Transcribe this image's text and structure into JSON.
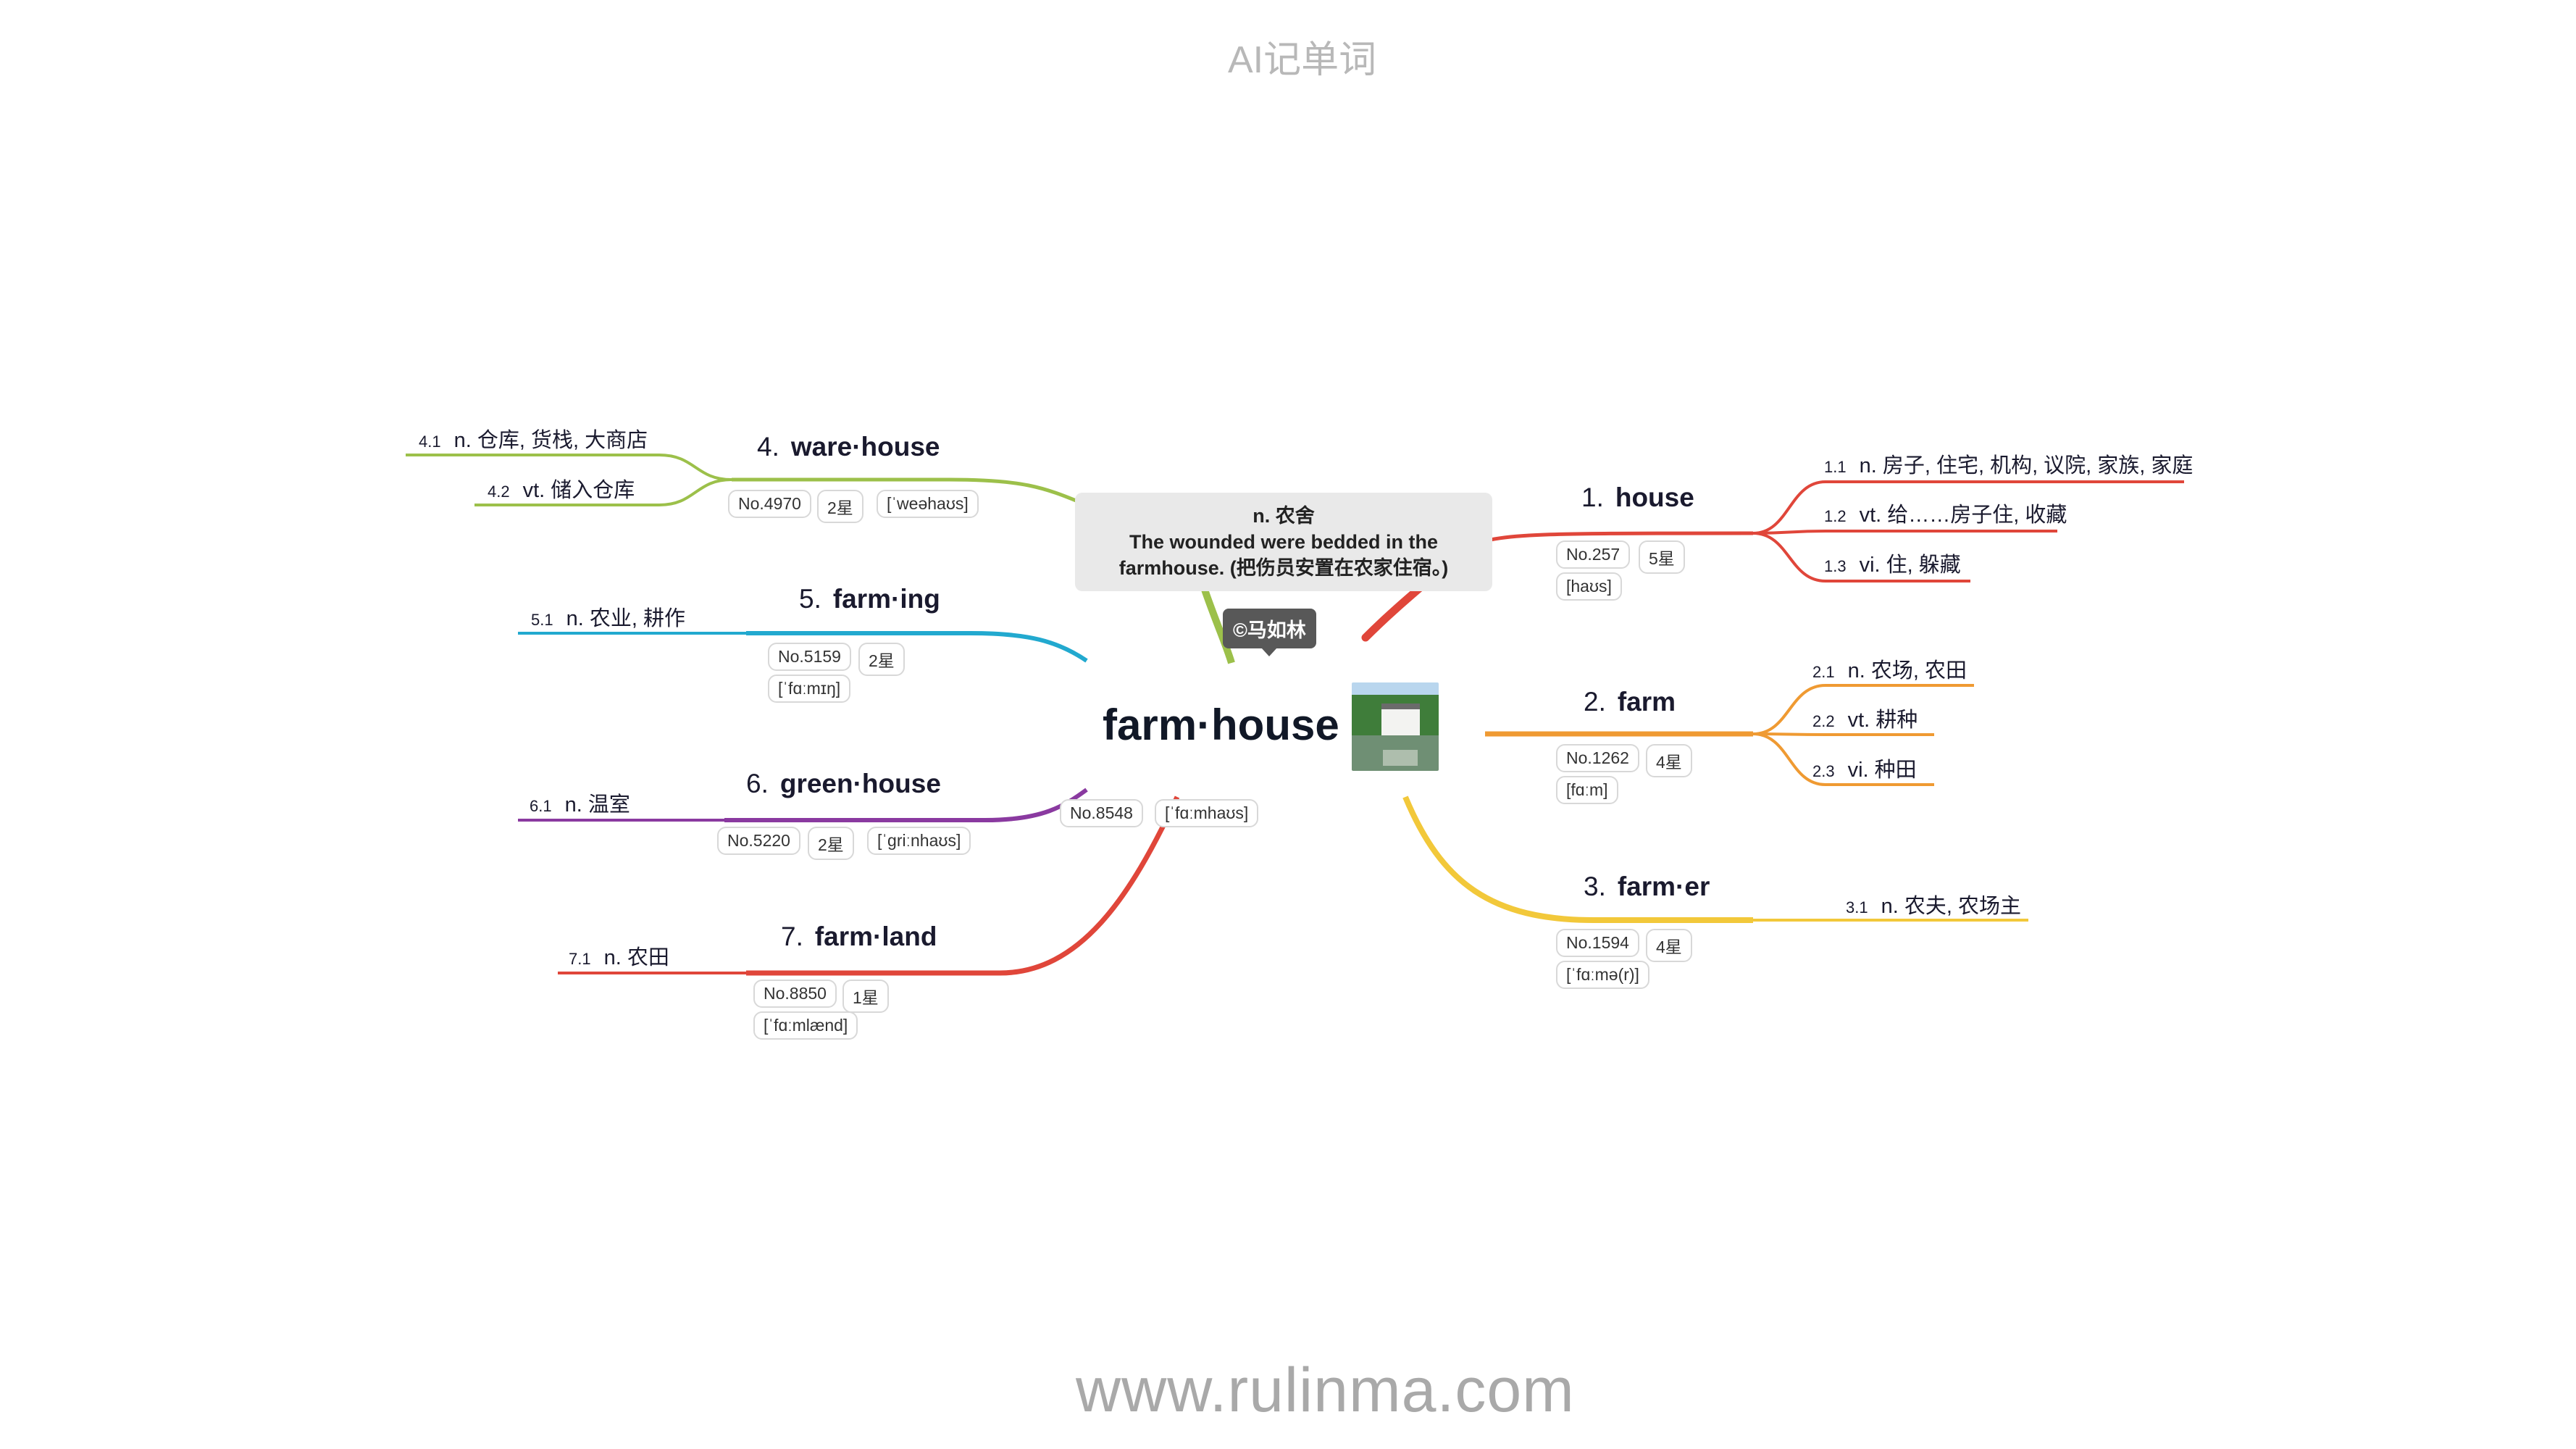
{
  "header": {
    "title": "AI记单词"
  },
  "footer": {
    "url": "www.rulinma.com"
  },
  "center": {
    "word": "farm·house",
    "number": "No.8548",
    "phonetic": "[ˈfɑːmhaʊs]",
    "definition": "n. 农舍",
    "example_en": "The wounded were bedded in the",
    "example_rest": "farmhouse. (把伤员安置在农家住宿。)",
    "copyright": "©马如林"
  },
  "colors": {
    "house": "#e0463a",
    "farm": "#ef9a32",
    "farmer": "#f2c83a",
    "warehouse": "#9cc04a",
    "farming": "#22a9cf",
    "greenhouse": "#8a3aa0",
    "farmland": "#e0463a"
  },
  "branches": [
    {
      "index": "1.",
      "word": "house",
      "number": "No.257",
      "stars": "5星",
      "phonetic": "[haʊs]",
      "senses": [
        {
          "id": "1.1",
          "text": "n. 房子, 住宅, 机构, 议院, 家族, 家庭"
        },
        {
          "id": "1.2",
          "text": "vt. 给……房子住, 收藏"
        },
        {
          "id": "1.3",
          "text": "vi. 住, 躲藏"
        }
      ]
    },
    {
      "index": "2.",
      "word": "farm",
      "number": "No.1262",
      "stars": "4星",
      "phonetic": "[fɑːm]",
      "senses": [
        {
          "id": "2.1",
          "text": "n. 农场, 农田"
        },
        {
          "id": "2.2",
          "text": "vt. 耕种"
        },
        {
          "id": "2.3",
          "text": "vi. 种田"
        }
      ]
    },
    {
      "index": "3.",
      "word": "farm·er",
      "number": "No.1594",
      "stars": "4星",
      "phonetic": "[ˈfɑːmə(r)]",
      "senses": [
        {
          "id": "3.1",
          "text": "n. 农夫, 农场主"
        }
      ]
    },
    {
      "index": "4.",
      "word": "ware·house",
      "number": "No.4970",
      "stars": "2星",
      "phonetic": "[ˈweəhaʊs]",
      "senses": [
        {
          "id": "4.1",
          "text": "n. 仓库, 货栈, 大商店"
        },
        {
          "id": "4.2",
          "text": "vt. 储入仓库"
        }
      ]
    },
    {
      "index": "5.",
      "word": "farm·ing",
      "number": "No.5159",
      "stars": "2星",
      "phonetic": "[ˈfɑːmɪŋ]",
      "senses": [
        {
          "id": "5.1",
          "text": "n. 农业, 耕作"
        }
      ]
    },
    {
      "index": "6.",
      "word": "green·house",
      "number": "No.5220",
      "stars": "2星",
      "phonetic": "[ˈgriːnhaʊs]",
      "senses": [
        {
          "id": "6.1",
          "text": "n. 温室"
        }
      ]
    },
    {
      "index": "7.",
      "word": "farm·land",
      "number": "No.8850",
      "stars": "1星",
      "phonetic": "[ˈfɑːmlænd]",
      "senses": [
        {
          "id": "7.1",
          "text": "n. 农田"
        }
      ]
    }
  ]
}
